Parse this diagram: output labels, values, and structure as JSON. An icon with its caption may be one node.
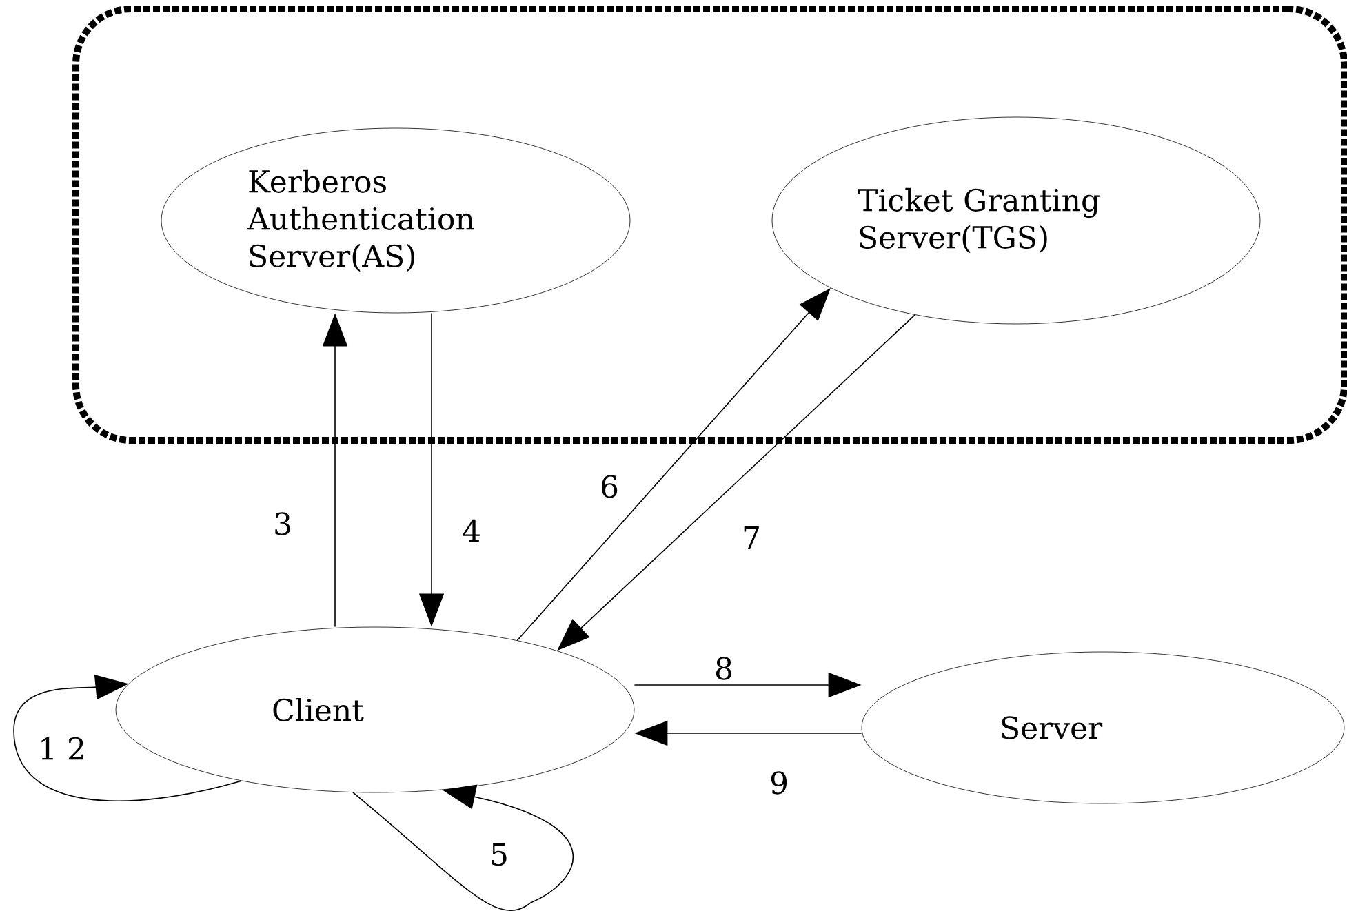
{
  "diagram": {
    "nodes": [
      {
        "text": [],
        "shape": "box"
      },
      {
        "text": [
          "Kerberos Authentication Server(AS)"
        ],
        "in": 0
      },
      {
        "text": [
          "Ticket Granting Server(TGS)"
        ],
        "in": 0
      },
      {
        "text": [
          "Client"
        ]
      },
      {
        "text": [
          "Server"
        ]
      }
    ],
    "edges": [
      {
        "from": 3,
        "to": 3,
        "arrow": "to",
        "label": "1 2"
      },
      {
        "from": 3,
        "to": 1,
        "arrow": "to",
        "label": "3"
      },
      {
        "from": 1,
        "to": 3,
        "arrow": "to",
        "label": "4"
      },
      {
        "from": 3,
        "to": 3,
        "arrow": "to",
        "label": "5"
      },
      {
        "from": 3,
        "to": 2,
        "arrow": "to",
        "label": "6"
      },
      {
        "from": 2,
        "to": 3,
        "arrow": "to",
        "label": "7"
      },
      {
        "from": 3,
        "to": 4,
        "arrow": "to",
        "label": "8"
      },
      {
        "from": 4,
        "to": 3,
        "arrow": "to",
        "label": "9"
      }
    ]
  }
}
